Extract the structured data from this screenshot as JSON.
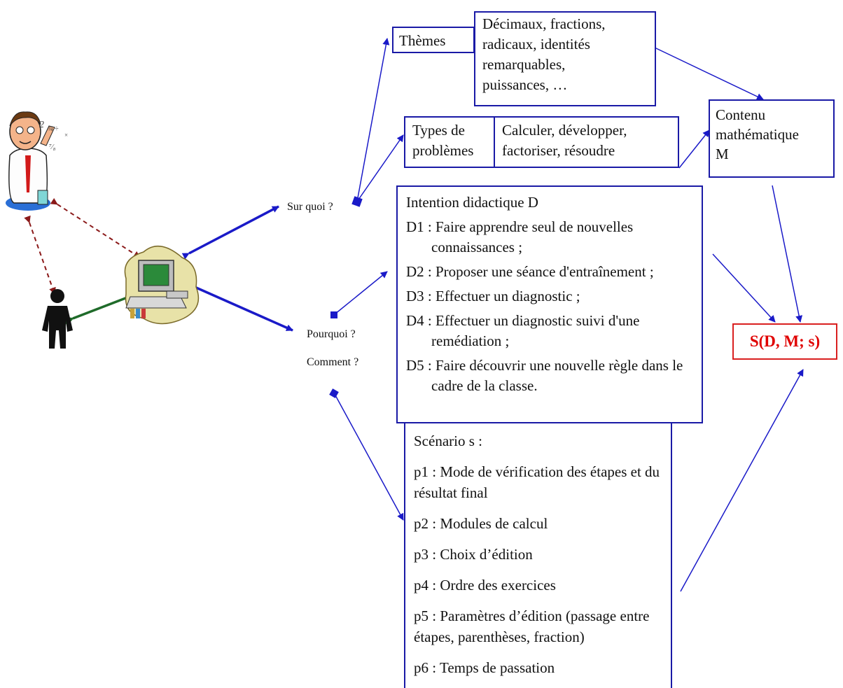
{
  "colors": {
    "box_border": "#1a1aa6",
    "arrow_blue": "#1a1ac8",
    "arrow_red_dashed": "#8b1a1a",
    "arrow_green": "#1f6b2a",
    "result_red": "#e00000"
  },
  "icons": [
    "teacher-illustration",
    "student-silhouette",
    "computer-illustration"
  ],
  "labels": {
    "sur_quoi": "Sur quoi ?",
    "pourquoi": "Pourquoi ?",
    "comment": "Comment ?"
  },
  "themes": {
    "title": "Thèmes",
    "content": [
      "Décimaux, fractions,",
      "radicaux, identités",
      "remarquables,",
      "puissances, …"
    ]
  },
  "types": {
    "title": [
      "Types de",
      "problèmes"
    ],
    "content": [
      "Calculer, développer,",
      "factoriser, résoudre"
    ]
  },
  "contenu": {
    "lines": [
      "Contenu",
      "mathématique",
      "M"
    ]
  },
  "intention": {
    "title": "Intention didactique D",
    "items": [
      "D1 : Faire apprendre seul de nouvelles connaissances ;",
      "D2 : Proposer une séance d'entraînement ;",
      "D3 : Effectuer un diagnostic ;",
      "D4 : Effectuer un diagnostic suivi d'une remédiation ;",
      "D5 : Faire découvrir une nouvelle règle dans le cadre de la classe."
    ]
  },
  "scenario": {
    "title": "Scénario s :",
    "items": [
      "p1 : Mode de vérification des étapes et du résultat final",
      "p2 : Modules de calcul",
      "p3 : Choix d’édition",
      "p4 : Ordre des exercices",
      "p5 : Paramètres d’édition (passage entre étapes, parenthèses, fraction)",
      "p6 : Temps de passation"
    ]
  },
  "result": "S(D, M; s)"
}
